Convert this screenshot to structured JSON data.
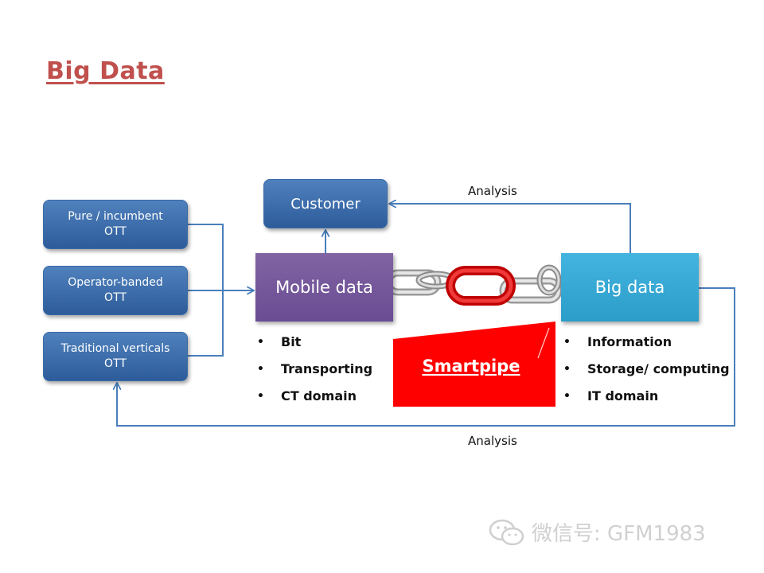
{
  "title": "Big Data",
  "ott_boxes": [
    {
      "line1": "Pure / incumbent",
      "line2": "OTT"
    },
    {
      "line1": "Operator-banded",
      "line2": "OTT"
    },
    {
      "line1": "Traditional  verticals",
      "line2": "OTT"
    }
  ],
  "customer_label": "Customer",
  "mobile_label": "Mobile data",
  "bigdata_label": "Big data",
  "smartpipe_label": "Smartpipe",
  "left_bullets": [
    "Bit",
    "Transporting",
    "CT domain"
  ],
  "right_bullets": [
    "Information",
    "Storage/ computing",
    "IT domain"
  ],
  "analysis_top": "Analysis",
  "analysis_bottom": "Analysis",
  "watermark": "微信号: GFM1983",
  "colors": {
    "title": "#c0504d",
    "ott_box": "#4f81bd",
    "mobile_box": "#8064a2",
    "bigdata_box": "#43b4e0",
    "smartpipe": "#ff0000",
    "connector": "#4a7ebb"
  },
  "icons": [
    "chain-icon",
    "wechat-logo-icon"
  ]
}
